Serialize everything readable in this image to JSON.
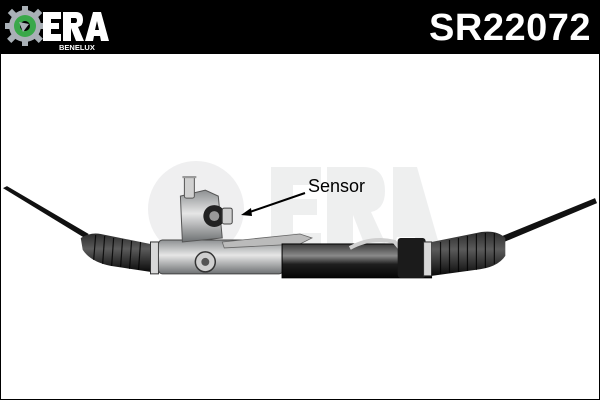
{
  "brand": {
    "name": "ERA",
    "subtitle": "BENELUX",
    "icon": "gear-logo-icon",
    "colors": {
      "background": "#000000",
      "text": "#ffffff",
      "gear_fill": "#3aa84a",
      "gear_blades": "#a9b0b6"
    }
  },
  "header": {
    "part_number": "SR22072"
  },
  "product": {
    "icon": "steering-rack-image"
  },
  "callout": {
    "label": "Sensor",
    "icon": "arrow-pointer-icon"
  },
  "watermark": {
    "text": "ERA",
    "icon": "era-watermark"
  }
}
